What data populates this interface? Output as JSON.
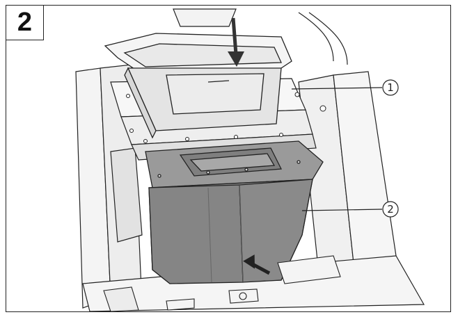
{
  "step": {
    "number": "2"
  },
  "callouts": [
    {
      "id": "callout-1",
      "label": "1"
    },
    {
      "id": "callout-2",
      "label": "2"
    }
  ],
  "colors": {
    "line": "#222222",
    "panel_fill": "#f2f2f2",
    "duct_fill": "#e6e6e6",
    "bag_fill": "#8f8f8f",
    "bag_shadow": "#777777",
    "arrow": "#333333"
  }
}
